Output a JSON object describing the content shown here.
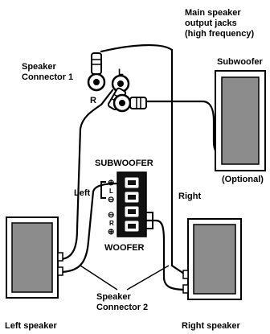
{
  "labels": {
    "main_output": [
      "Main speaker",
      "output jacks",
      "(high frequency)"
    ],
    "speaker_connector_1": [
      "Speaker",
      "Connector 1"
    ],
    "jack_r": "R",
    "jack_l": "L",
    "subwoofer": "Subwoofer",
    "optional": "(Optional)",
    "terminal_title": "SUBWOOFER",
    "terminal_sub": "WOOFER",
    "side_left": "Left",
    "side_right": "Right",
    "terminal_l": "L",
    "terminal_r": "R",
    "plus": "⊕",
    "minus": "⊖",
    "speaker_connector_2": [
      "Speaker",
      "Connector 2"
    ],
    "left_speaker": "Left speaker",
    "right_speaker": "Right speaker"
  },
  "colors": {
    "ink": "#000000",
    "speaker_gray": "#8c8c8c",
    "terminal_black": "#111111",
    "paper": "#ffffff"
  }
}
